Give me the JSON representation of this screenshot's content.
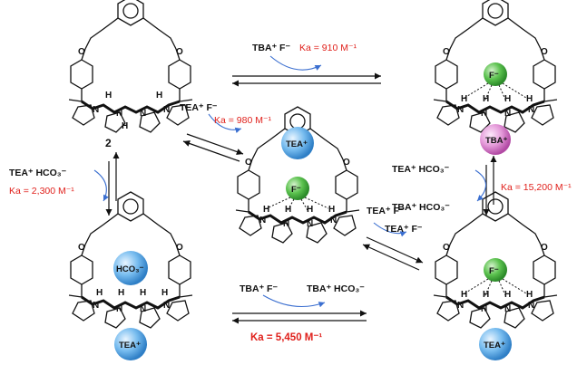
{
  "compound_label": "2",
  "labels": {
    "top_reagent": "TBA⁺ F⁻",
    "top_ka": "Ka = 910 M⁻¹",
    "diag_reagent": "TEA⁺ F⁻",
    "diag_ka": "Ka = 980 M⁻¹",
    "left_reagent": "TEA⁺ HCO₃⁻",
    "left_ka": "Ka = 2,300 M⁻¹",
    "right_reagent_top": "TEA⁺ HCO₃⁻",
    "right_reagent_bottom": "TBA⁺ HCO₃⁻",
    "right_ka": "Ka = 15,200 M⁻¹",
    "lr_reagent_a": "TEA⁺ F⁻",
    "lr_reagent_b": "TEA⁺ F⁻",
    "bottom_reagent_left": "TBA⁺ F⁻",
    "bottom_reagent_right": "TBA⁺ HCO₃⁻",
    "bottom_ka": "Ka = 5,450 M⁻¹"
  },
  "ions": {
    "fluoride": "F⁻",
    "tea": "TEA⁺",
    "tba": "TBA⁺",
    "bicarbonate": "HCO₃⁻"
  },
  "atoms": {
    "oxygen": "O",
    "nitrogen": "N",
    "hydrogen": "H"
  },
  "colors": {
    "ka_text": "#e0201b",
    "fluoride_sphere": "#3fae3a",
    "tea_sphere": "#4a9fe0",
    "tba_sphere": "#d873c9",
    "curved_arrow": "#3b6fd0"
  }
}
